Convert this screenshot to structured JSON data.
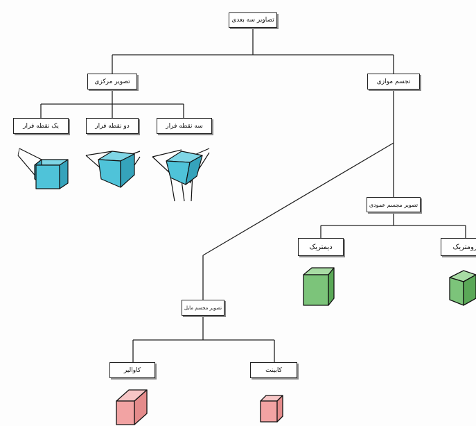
{
  "diagram": {
    "root": "تصاویر سه بعدی",
    "central": {
      "label": "تصویر مرکزی",
      "children": [
        "یک نقطه فرار",
        "دو نقطه فرار",
        "سه نقطه فرار"
      ]
    },
    "parallel": {
      "label": "تجسم موازی",
      "orthogonal": {
        "label": "تصویر مجسم عمودی",
        "children": [
          "دیمتریک",
          "ایزومتریک"
        ]
      },
      "oblique": {
        "label": "تصویر مجسم مایل",
        "children": [
          "کاوالیر",
          "کابینت"
        ]
      }
    },
    "colors": {
      "central_cube": "#4fc3d9",
      "orthogonal_cube": "#7cc47a",
      "oblique_cube": "#f2a3a3",
      "line": "#222222",
      "box_border": "#222222"
    },
    "icons": {
      "one_point": "one-point-perspective-cube-icon",
      "two_point": "two-point-perspective-cube-icon",
      "three_point": "three-point-perspective-cube-icon",
      "dimetric": "dimetric-cube-icon",
      "isometric": "isometric-cube-icon",
      "cavalier": "cavalier-cube-icon",
      "cabinet": "cabinet-cube-icon"
    }
  }
}
